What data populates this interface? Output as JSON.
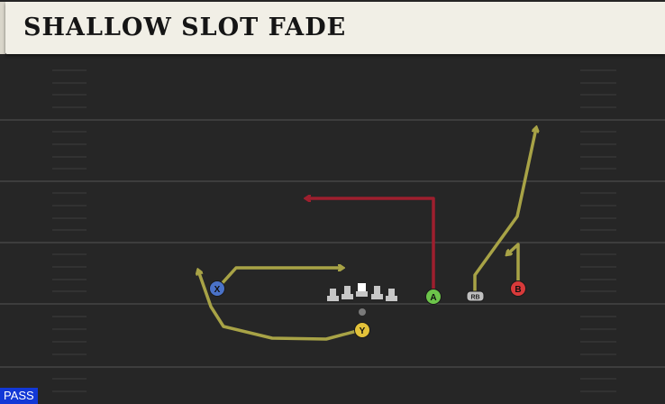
{
  "play": {
    "title": "SHALLOW SLOT FADE",
    "type_badge": "PASS"
  },
  "players": {
    "x": {
      "label": "X",
      "color": "#4a72c8"
    },
    "y": {
      "label": "Y",
      "color": "#e3c23a"
    },
    "a": {
      "label": "A",
      "color": "#6cc44a"
    },
    "b": {
      "label": "B",
      "color": "#d83a3a"
    },
    "rb": {
      "label": "RB",
      "color": "#bfbfbf"
    }
  },
  "colors": {
    "background": "#262626",
    "yard_line": "#3d3d3d",
    "route_primary": "#9e1f2e",
    "route_standard": "#a8a346",
    "lineman": "#c7c7c7",
    "center": "#ffffff",
    "title_bar": "#f1efe6",
    "badge": "#1238d6"
  }
}
